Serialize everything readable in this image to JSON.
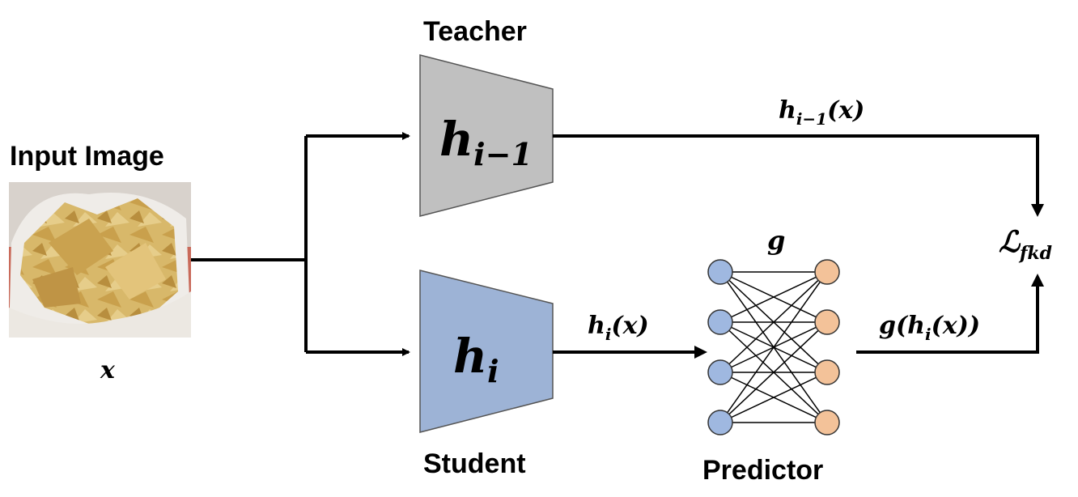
{
  "labels": {
    "teacher": "Teacher",
    "student": "Student",
    "predictor": "Predictor",
    "input_image": "Input Image",
    "x": "x"
  },
  "teacher_block": {
    "base": "h",
    "subscript": "i−1",
    "fill": "#c0c0c0"
  },
  "student_block": {
    "base": "h",
    "subscript": "i",
    "fill": "#9db3d6"
  },
  "predictor_block": {
    "name": "g",
    "input_nodes": 4,
    "output_nodes": 4,
    "input_fill": "#9fb8e0",
    "output_fill": "#f3c299"
  },
  "edge_labels": {
    "teacher_out": {
      "base": "h",
      "subscript": "i−1",
      "arg": "(x)"
    },
    "student_out": {
      "base": "h",
      "subscript": "i",
      "arg": "(x)"
    },
    "predictor_out": {
      "pre": "g(",
      "base": "h",
      "subscript": "i",
      "arg": "(x))"
    }
  },
  "loss": {
    "base": "ℒ",
    "subscript": "fkd"
  }
}
